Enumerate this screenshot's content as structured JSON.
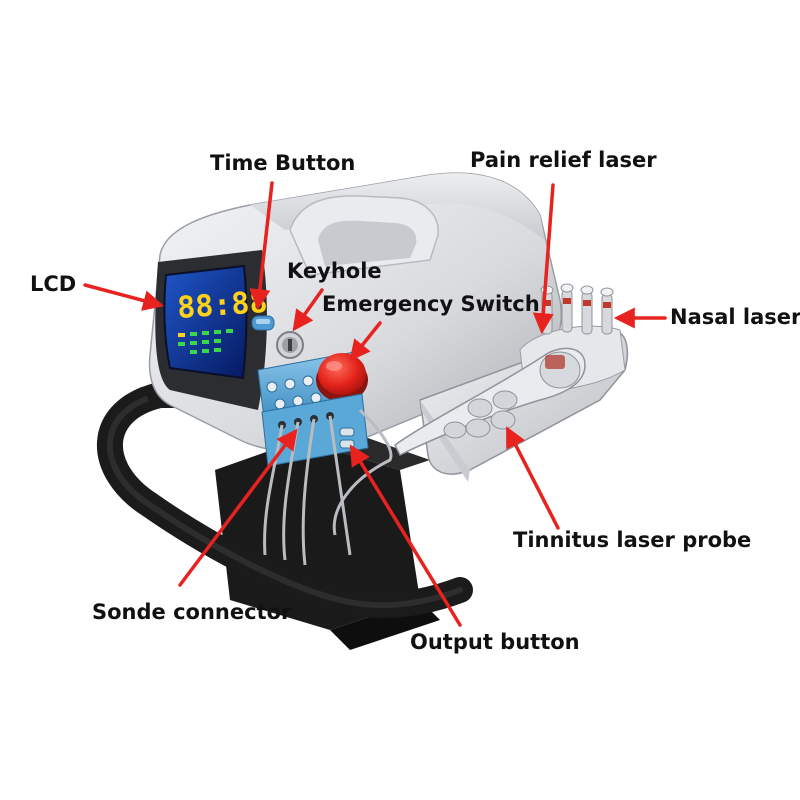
{
  "labels": {
    "time_button": "Time Button",
    "pain_relief_laser": "Pain relief laser",
    "lcd": "LCD",
    "keyhole": "Keyhole",
    "emergency_switch": "Emergency Switch",
    "nasal_laser": "Nasal laser",
    "tinnitus_laser_probe": "Tinnitus laser probe",
    "sonde_connector": "Sonde connector",
    "output_button": "Output button"
  },
  "lcd_readout": "88:88",
  "colors": {
    "arrow": "#e8231f",
    "label_text": "#111111",
    "device_body": "#d9dbde",
    "lcd_screen": "#0a2a8a",
    "lcd_digits": "#ffd21a",
    "emergency_button": "#e3231b",
    "handle": "#1b1b1b",
    "control_panel": "#5aa8d8"
  }
}
